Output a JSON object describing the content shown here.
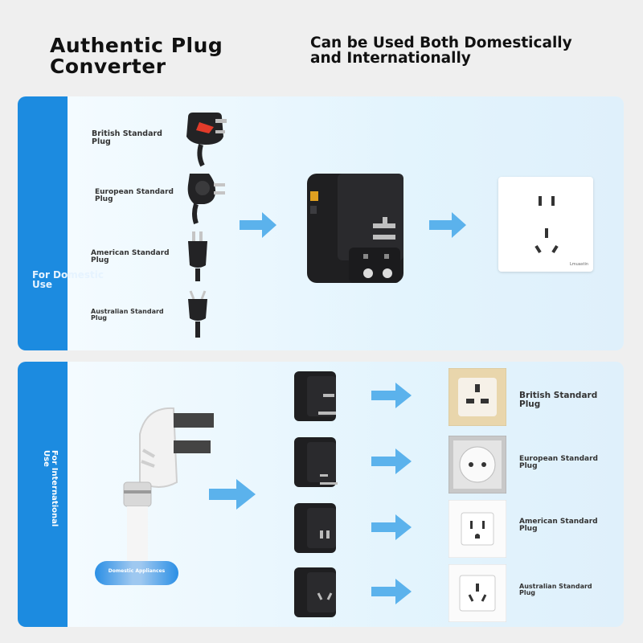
{
  "header": {
    "title": "Authentic Plug\n Converter",
    "subtitle": "Can be Used Both Domestically\n and Internationally"
  },
  "domestic": {
    "side_label": "For Domestic\n Use",
    "plug_labels": [
      "British Standard\n Plug",
      "European Standard\n Plug",
      "American Standard\n Plug",
      "Australian Standard\n Plug"
    ],
    "socket_brand": "Lmuastin"
  },
  "international": {
    "side_label": "For International\n Use",
    "appliance_badge": "Domestic Appliances",
    "socket_labels": [
      "British Standard\n Plug",
      "European Standard\n Plug",
      "American Standard\n Plug",
      "Australian Standard\n Plug"
    ]
  },
  "colors": {
    "accent_blue": "#1c8be0",
    "arrow_blue": "#5bb2ec",
    "adapter_black": "#1f1f21"
  }
}
